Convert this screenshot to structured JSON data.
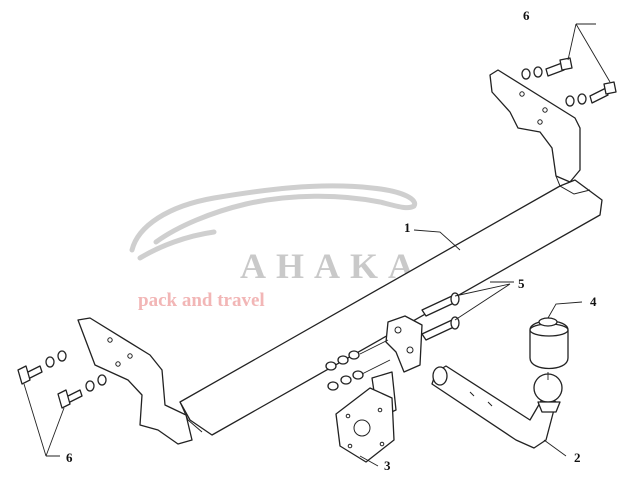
{
  "callouts": {
    "tow_bar": "1",
    "ball_mount": "2",
    "socket_plate": "3",
    "ball_cover": "4",
    "bolts_center": "5",
    "bolts_top": "6",
    "bolts_bottom": "6"
  },
  "watermark": {
    "brand": "AHAKA",
    "tagline": "pack and travel"
  }
}
